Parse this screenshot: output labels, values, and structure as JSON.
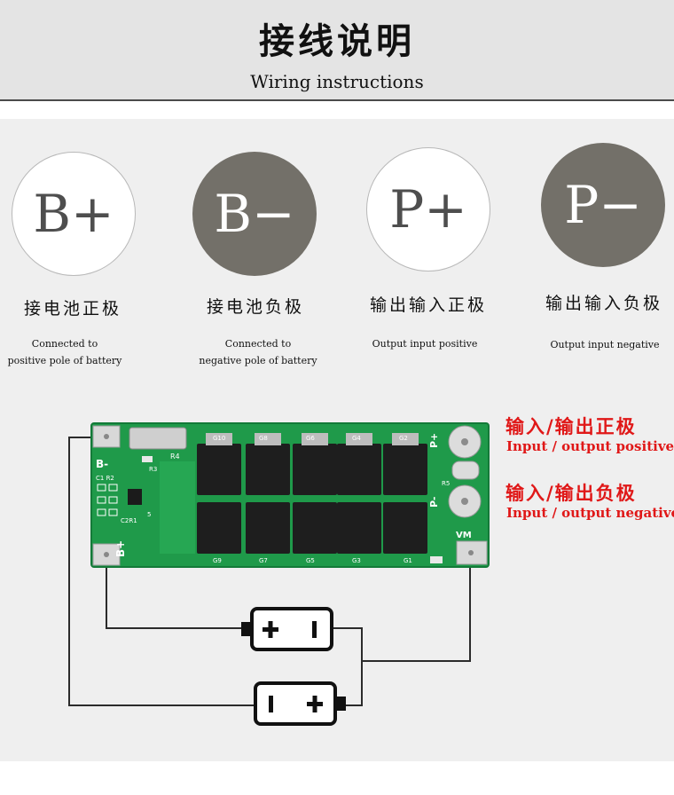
{
  "header": {
    "title_cn": "接线说明",
    "title_en": "Wiring instructions"
  },
  "terminals": [
    {
      "symbol": "B+",
      "label_cn": "接电池正极",
      "label_en_1": "Connected to",
      "label_en_2": "positive pole of battery",
      "style": "light"
    },
    {
      "symbol": "B−",
      "label_cn": "接电池负极",
      "label_en_1": "Connected to",
      "label_en_2": "negative pole of battery",
      "style": "dark"
    },
    {
      "symbol": "P+",
      "label_cn": "输出输入正极",
      "label_en_1": "Output input positive",
      "label_en_2": "",
      "style": "light"
    },
    {
      "symbol": "P−",
      "label_cn": "输出输入负极",
      "label_en_1": "Output input negative",
      "label_en_2": "",
      "style": "dark"
    }
  ],
  "callouts": {
    "positive_cn": "输入/输出正极",
    "positive_en": "Input / output positive",
    "negative_cn": "输入/输出负极",
    "negative_en": "Input / output negative"
  },
  "board": {
    "pad_b_minus": "B-",
    "pad_b_plus": "B+",
    "pad_p_plus": "P+",
    "pad_p_minus": "P-",
    "pad_vm": "VM",
    "res_r4": "R4",
    "res_r3": "R3",
    "res_r5": "R5",
    "cap_c1r2": "C1 R2",
    "cap_c2r1": "C2R1",
    "ic_pin": "5",
    "gates_top": [
      "G10",
      "G8",
      "G6",
      "G4",
      "G2"
    ],
    "gates_bottom": [
      "G9",
      "G7",
      "G5",
      "G3",
      "G1"
    ]
  },
  "colors": {
    "pcb": "#1f9a4a",
    "pcb_dark": "#137a38",
    "callout_red": "#e01818",
    "circle_dark": "#737069",
    "panel": "#efefef"
  }
}
